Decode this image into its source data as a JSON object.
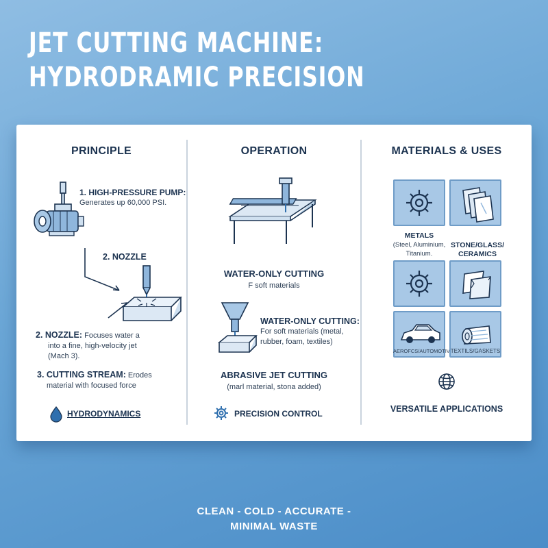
{
  "title_line1": "JET CUTTING MACHINE:",
  "title_line2": "HYDRODRAMIC PRECISION",
  "principle": {
    "heading": "PRINCIPLE",
    "pump_label": "1. HIGH-PRESSURE PUMP:",
    "pump_desc": "Generates up 60,000 PSI.",
    "nozzle_callout": "2. NOZZLE",
    "nozzle_label": "2. NOZZLE:",
    "nozzle_desc1": "Focuses water a",
    "nozzle_desc2": "into a fine, high-velocity jet",
    "nozzle_desc3": "(Mach 3).",
    "stream_label": "3. CUTTING STREAM:",
    "stream_desc1": "Erodes",
    "stream_desc2": "material with focused force",
    "footer_label": "HYDRODYNAMICS"
  },
  "operation": {
    "heading": "OPERATION",
    "water_only_title": "WATER-ONLY CUTTING",
    "water_only_desc": "F soft materials",
    "water_only_title2": "WATER-ONLY CUTTING:",
    "water_only_desc2_1": "For soft materials (metal,",
    "water_only_desc2_2": "rubber, foam, textiles)",
    "abrasive_title": "ABRASIVE JET CUTTING",
    "abrasive_desc": "(marl material, stona added)",
    "footer_label": "PRECISION CONTROL"
  },
  "materials": {
    "heading": "MATERIALS & USES",
    "metals_title": "METALS",
    "metals_desc1": "(Steel, Aluminium,",
    "metals_desc2": "Titanium.",
    "stone_title1": "STONE/GLASS/",
    "stone_title2": "CERAMICS",
    "aero_label": "AEROFCS/AUTOMOTIVE",
    "textile_label": "TEXTILS/GASKETS",
    "footer_label": "VERSATILE APPLICATIONS"
  },
  "footer_line1": "CLEAN - COLD - ACCURATE -",
  "footer_line2": "MINIMAL WASTE",
  "colors": {
    "background": "#6aa6d6",
    "ink": "#1c3350",
    "tile_fill": "#a8c8e6",
    "icon_blue": "#2f6fae"
  }
}
